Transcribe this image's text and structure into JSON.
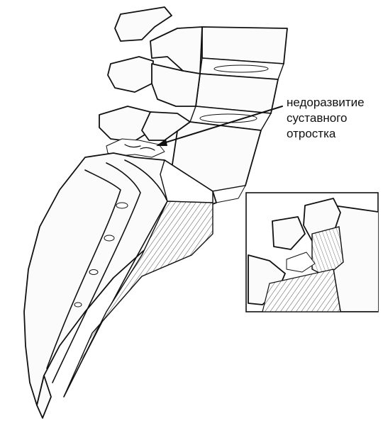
{
  "annotation": {
    "lines": [
      "недоразвитие",
      "суставного",
      "отростка"
    ]
  },
  "colors": {
    "ink": "#111111",
    "background": "#ffffff"
  }
}
